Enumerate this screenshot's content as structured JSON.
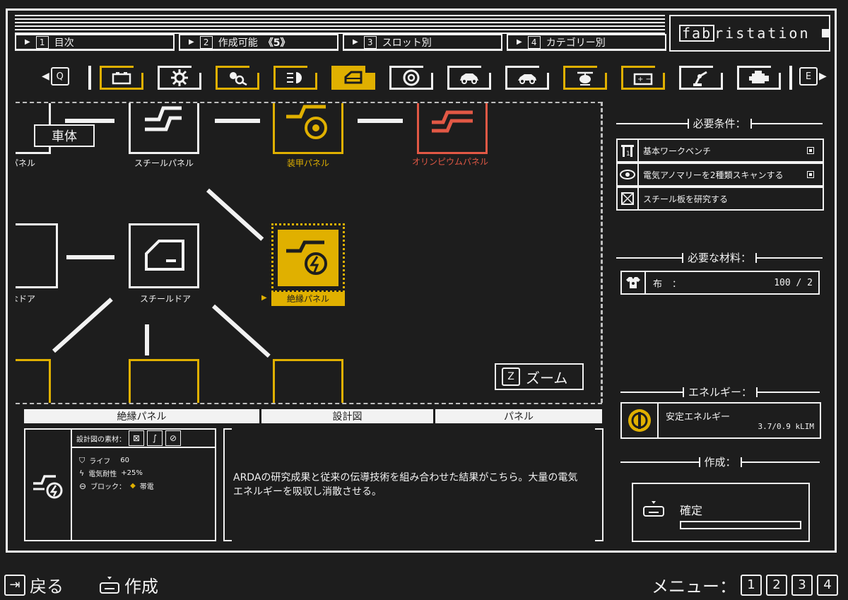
{
  "tabs": [
    {
      "num": "1",
      "label": "目次"
    },
    {
      "num": "2",
      "label": "作成可能",
      "count": "《5》"
    },
    {
      "num": "3",
      "label": "スロット別"
    },
    {
      "num": "4",
      "label": "カテゴリー別"
    }
  ],
  "brand": {
    "prefix": "fab",
    "rest": "ristation"
  },
  "iconbar": {
    "left_key": "Q",
    "right_key": "E"
  },
  "category_icons": [
    "battery-icon",
    "gear-icon",
    "keys-icon",
    "headlight-icon",
    "door-panel-icon",
    "tire-icon",
    "car-side-icon",
    "car-alt-icon",
    "helicopter-icon",
    "car-battery-icon",
    "robot-arm-icon",
    "engine-icon"
  ],
  "tree": {
    "badge": "車体",
    "nodes": {
      "panel_left": "パネル",
      "steel_panel": "スチールパネル",
      "armor_panel": "装甲パネル",
      "olympium_panel": "オリンピウムパネル",
      "door_left": "なドア",
      "steel_door": "スチールドア",
      "insulated_panel": "絶縁パネル"
    },
    "zoom_key": "Z",
    "zoom_label": "ズーム"
  },
  "infobar": {
    "name": "絶縁パネル",
    "type": "設計図",
    "slot": "パネル"
  },
  "blueprint": {
    "materials_label": "設計図の素材：",
    "stats": [
      {
        "icon": "shield-icon",
        "label": "ライフ",
        "value": "60"
      },
      {
        "icon": "lightning-icon",
        "label": "電気耐性",
        "value": "+25%"
      },
      {
        "icon": "block-icon",
        "label": "ブロック：",
        "value": "帯電"
      }
    ]
  },
  "description": "ARDAの研究成果と従来の伝導技術を組み合わせた結果がこちら。大量の電気エネルギーを吸収し消散させる。",
  "right": {
    "req_title": "必要条件：",
    "requirements": [
      {
        "icon": "workbench-icon",
        "text": "基本ワークベンチ"
      },
      {
        "icon": "eye-icon",
        "text": "電気アノマリーを2種類スキャンする"
      },
      {
        "icon": "crate-icon",
        "text": "スチール板を研究する"
      }
    ],
    "mat_title": "必要な材料：",
    "material": {
      "icon": "shirt-icon",
      "name": "布",
      "sep": "：",
      "qty": "100 / 2"
    },
    "energy_title": "エネルギー：",
    "energy": {
      "name": "安定エネルギー",
      "value": "3.7/0.9 kLIM"
    },
    "craft_title": "作成：",
    "craft_label": "確定"
  },
  "footer": {
    "back": "戻る",
    "craft": "作成",
    "menu": "メニュー：",
    "menu_keys": [
      "1",
      "2",
      "3",
      "4"
    ]
  },
  "colors": {
    "accent": "#e0b000",
    "alert": "#e25845",
    "fg": "#f2f2f2",
    "bg": "#1d1d1d"
  }
}
